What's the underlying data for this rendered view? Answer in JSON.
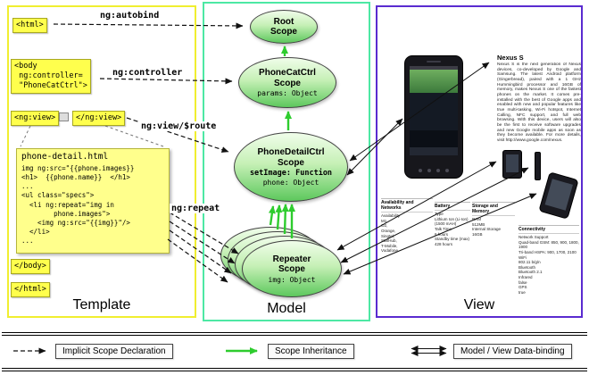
{
  "template": {
    "label": "Template",
    "html_open": "<html>",
    "body_open": "<body\n ng:controller=\n \"PhoneCatCtrl\">",
    "ngview_open": "<ng:view>",
    "ngview_close": "</ng:view>",
    "body_close": "</body>",
    "html_close": "</html>",
    "anno_autobind": "ng:autobind",
    "anno_controller": "ng:controller",
    "anno_view_route": "ng:view/$route",
    "anno_repeat": "ng:repeat",
    "code_filename": "phone-detail.html",
    "code_body": "img ng:src=\"{{phone.images}}\n<h1>  {{phone.name}}  </h1>\n...\n<ul class=\"specs\">\n  <li ng:repeat=\"img in\n        phone.images\">\n    <img ng:src=\"{{img}}\"/>\n  </li>\n..."
  },
  "model": {
    "label": "Model",
    "root_scope_title": "Root\nScope",
    "phonecat_title": "PhoneCatCtrl\nScope",
    "phonecat_prop": "params: Object",
    "phonedetail_title": "PhoneDetailCtrl\nScope",
    "phonedetail_prop_bold": "setImage: Function",
    "phonedetail_prop": "phone: Object",
    "repeater_title": "Repeater\nScope",
    "repeater_prop": "img: Object"
  },
  "view": {
    "label": "View",
    "phone_name": "Nexus S",
    "phone_description": "Nexus S is the next generation of Nexus devices, co-developed by Google and Samsung. The latest Android platform (Gingerbread), paired with a 1 GHz Hummingbird processor and 16GB of memory, makes Nexus S one of the fastest phones on the market. It comes pre-installed with the best of Google apps and enabled with new and popular features like true multi-tasking, Wi-Fi hotspot, Internet Calling, NFC support, and full web browsing. With this device, users will also be the first to receive software upgrades and new Google mobile apps as soon as they become available. For more details, visit http://www.google.com/nexus.",
    "specs": [
      {
        "title": "Availability and Networks",
        "body": "Availability\nM1,\nO2,\nOrange,\nSingtel,\nStarHub,\nT-Mobile,\nVodafone"
      },
      {
        "title": "Battery",
        "body": "Type\nLithium Ion (Li-Ion) (1500 mAH)\nTalk Time\n6 hours\nStandby time (max)\n428 hours"
      },
      {
        "title": "Storage and Memory",
        "body": "RAM\n512MB\nInternal Storage\n16GB"
      },
      {
        "title": "Connectivity",
        "body": "Network Support\nQuad-band GSM: 850, 900, 1800, 1900\nTri-band HSPA: 900, 1700, 2100\nWiFi\n802.11 b/g/n\nBluetooth\nBluetooth 2.1\nInfrared\nfalse\nGPS\ntrue"
      }
    ]
  },
  "legend": {
    "implicit_label": "Implicit Scope Declaration",
    "inheritance_label": "Scope Inheritance",
    "databinding_label": "Model / View Data-binding"
  },
  "colors": {
    "template_border": "#f0ee30",
    "model_border": "#4de8a4",
    "view_border": "#5a2bd0",
    "scope_green": "#5dc85d",
    "arrow_green": "#2ecc2e",
    "tag_yellow": "#ffff4d",
    "code_yellow": "#ffff8c"
  }
}
